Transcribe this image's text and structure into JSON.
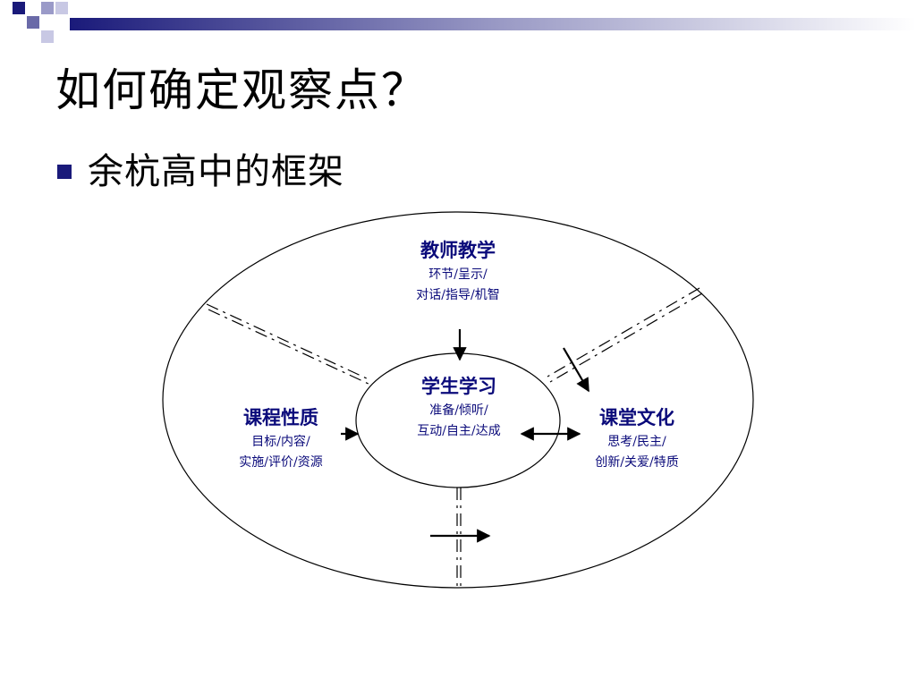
{
  "slide": {
    "title": "如何确定观察点？",
    "bullet": "余杭高中的框架"
  },
  "diagram": {
    "top": {
      "title": "教师教学",
      "lines": [
        "环节/呈示/",
        "对话/指导/机智"
      ]
    },
    "left": {
      "title": "课程性质",
      "lines": [
        "目标/内容/",
        "实施/评价/资源"
      ]
    },
    "right": {
      "title": "课堂文化",
      "lines": [
        "思考/民主/",
        "创新/关爱/特质"
      ]
    },
    "center": {
      "title": "学生学习",
      "lines": [
        "准备/倾听/",
        "互动/自主/达成"
      ]
    }
  },
  "colors": {
    "accent": "#1a1a7a",
    "label": "#0a0a7a"
  }
}
